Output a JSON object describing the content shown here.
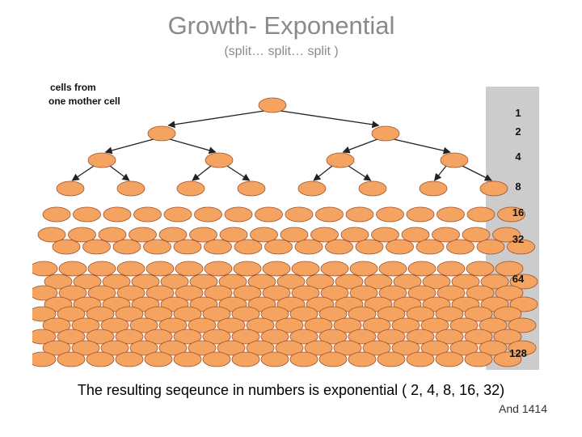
{
  "slide": {
    "title": "Growth- Exponential",
    "subtitle": "(split… split… split )",
    "caption": "The resulting seqeunce in numbers is exponential ( 2, 4, 8, 16, 32)",
    "footer": "And 1414"
  },
  "diagram": {
    "corner_label_line1": "cells from",
    "corner_label_line2": "one mother cell",
    "generations": [
      {
        "count": "1",
        "layout": "tree"
      },
      {
        "count": "2",
        "layout": "tree"
      },
      {
        "count": "4",
        "layout": "tree"
      },
      {
        "count": "8",
        "layout": "tree"
      },
      {
        "count": "16",
        "layout": "row"
      },
      {
        "count": "32",
        "layout": "double-row"
      },
      {
        "count": "64",
        "layout": "stack"
      },
      {
        "count": "128",
        "layout": "stack"
      }
    ],
    "colors": {
      "cell_fill": "#f4a460",
      "cell_stroke": "#a0522d",
      "arrow": "#222222",
      "count_panel": "#cccccc",
      "count_text": "#111111"
    }
  }
}
